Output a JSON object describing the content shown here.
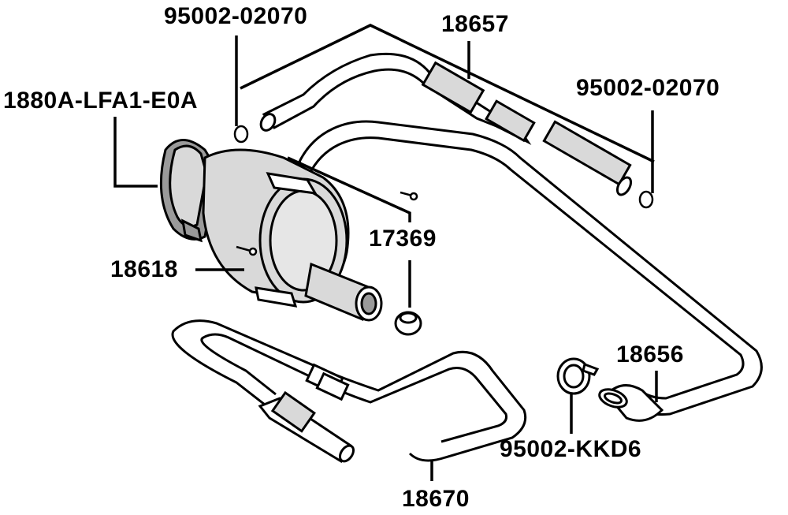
{
  "labels": {
    "hose_clamp_left": "95002-02070",
    "hose_top": "18657",
    "canister": "1880A-LFA1-E0A",
    "hose_clamp_right": "95002-02070",
    "screw": "17369",
    "bracket": "18618",
    "hose_right": "18656",
    "clamp_kkd6": "95002-KKD6",
    "hose_bottom": "18670"
  },
  "colors": {
    "line": "#000000",
    "background": "#ffffff",
    "canister_body": "#d9d9d9",
    "canister_shadow": "#9a9a9a"
  }
}
